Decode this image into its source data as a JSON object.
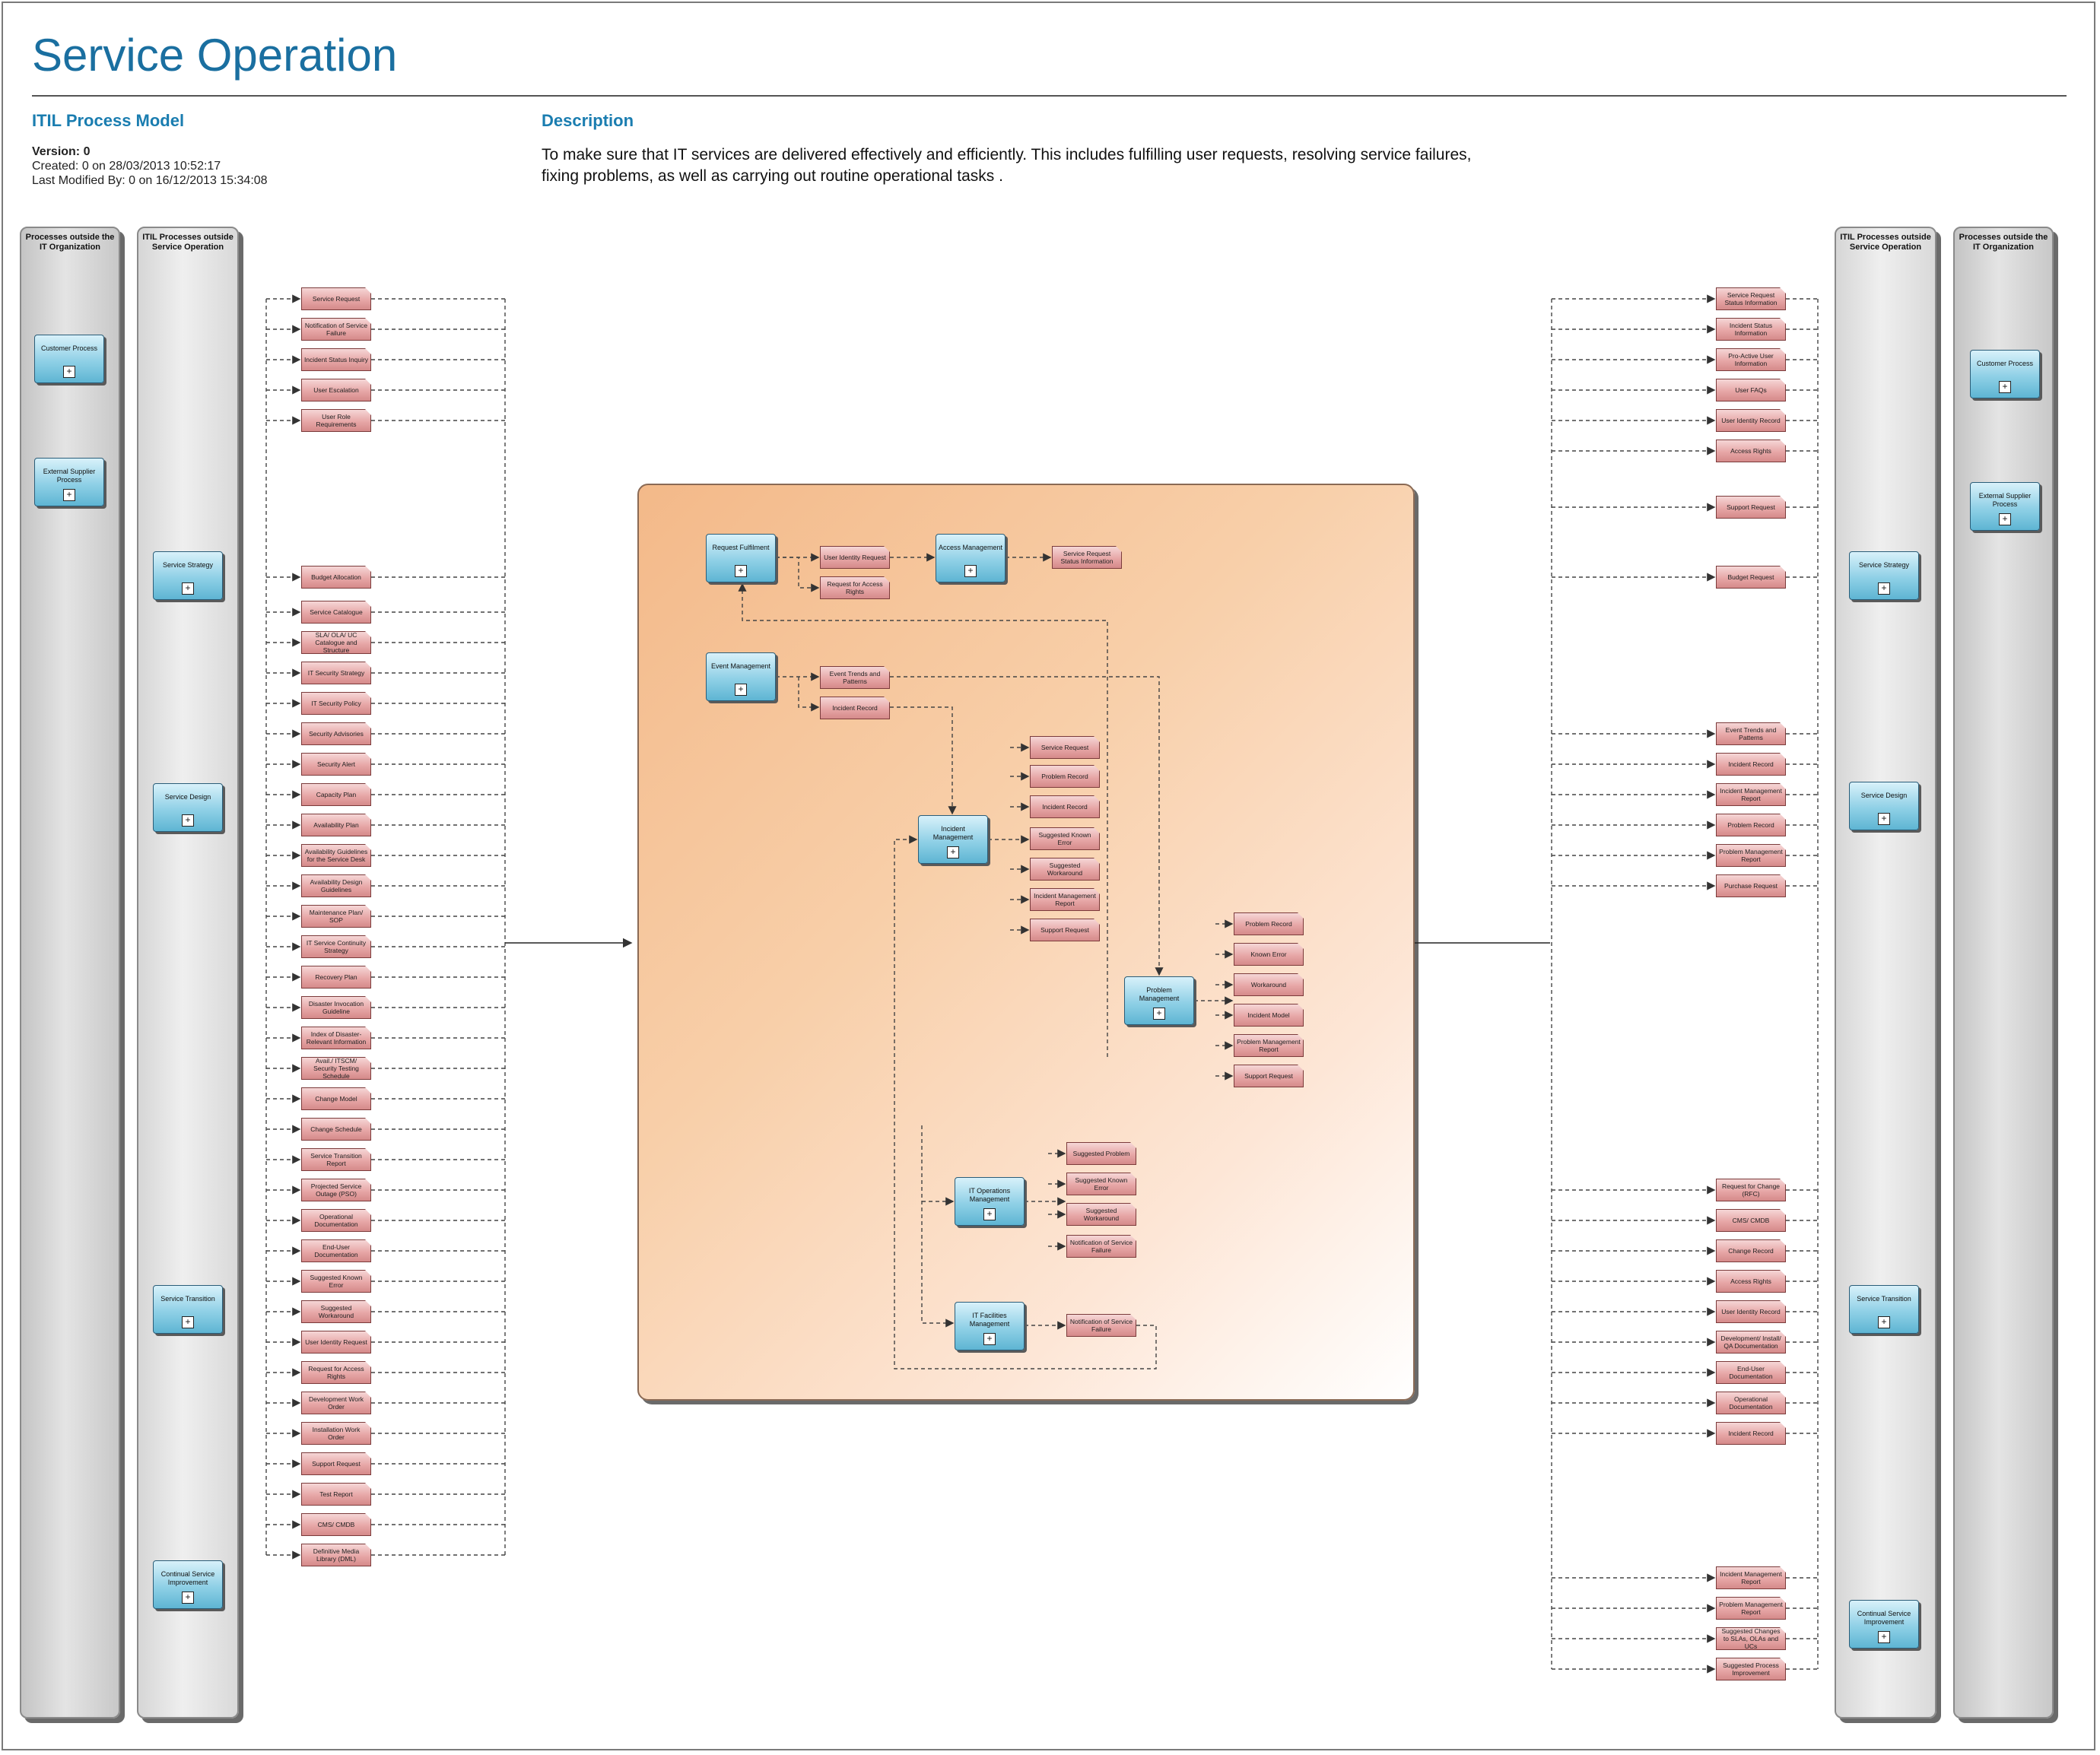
{
  "header": {
    "title": "Service Operation",
    "model_label": "ITIL Process Model",
    "version": "Version: 0",
    "created": "Created: 0 on 28/03/2013 10:52:17",
    "modified": "Last Modified By: 0 on 16/12/2013 15:34:08",
    "description_label": "Description",
    "description_line1": "To make sure that IT services are delivered effectively and efficiently. This includes fulfilling user requests, resolving service failures,",
    "description_line2": "fixing problems, as well as carrying out routine operational tasks ."
  },
  "lanes": {
    "left_outer": "Processes outside the IT Organization",
    "left_inner": "ITIL Processes outside Service Operation",
    "right_inner": "ITIL Processes outside Service Operation",
    "right_outer": "Processes outside the IT Organization"
  },
  "left_processes": {
    "customer": "Customer Process",
    "supplier": "External Supplier Process",
    "strategy": "Service Strategy",
    "design": "Service Design",
    "transition": "Service Transition",
    "csi": "Continual Service Improvement"
  },
  "right_processes": {
    "customer": "Customer Process",
    "supplier": "External Supplier Process",
    "strategy": "Service Strategy",
    "design": "Service Design",
    "transition": "Service Transition",
    "csi": "Continual Service Improvement"
  },
  "left_docs": [
    "Service Request",
    "Notification of Service Failure",
    "Incident Status Inquiry",
    "User Escalation",
    "User Role Requirements",
    "Budget Allocation",
    "Service Catalogue",
    "SLA/ OLA/ UC Catalogue and Structure",
    "IT Security Strategy",
    "IT Security Policy",
    "Security Advisories",
    "Security Alert",
    "Capacity Plan",
    "Availability Plan",
    "Availability Guidelines for the Service Desk",
    "Availability Design Guidelines",
    "Maintenance Plan/ SOP",
    "IT Service Continuity Strategy",
    "Recovery Plan",
    "Disaster Invocation Guideline",
    "Index of Disaster-Relevant Information",
    "Avail./ ITSCM/ Security Testing Schedule",
    "Change Model",
    "Change Schedule",
    "Service Transition Report",
    "Projected Service Outage (PSO)",
    "Operational Documentation",
    "End-User Documentation",
    "Suggested Known Error",
    "Suggested Workaround",
    "User Identity Request",
    "Request for Access Rights",
    "Development Work Order",
    "Installation Work Order",
    "Support Request",
    "Test Report",
    "CMS/ CMDB",
    "Definitive Media Library (DML)"
  ],
  "right_docs": [
    "Service Request Status Information",
    "Incident Status Information",
    "Pro-Active User Information",
    "User FAQs",
    "User Identity Record",
    "Access Rights",
    "Support Request",
    "Budget Request",
    "Event Trends and Patterns",
    "Incident Record",
    "Incident Management Report",
    "Problem Record",
    "Problem Management Report",
    "Purchase Request",
    "Request for Change (RFC)",
    "CMS/ CMDB",
    "Change Record",
    "Access Rights",
    "User Identity Record",
    "Development/ Install/ QA Documentation",
    "End-User Documentation",
    "Operational Documentation",
    "Incident Record",
    "Incident Management Report",
    "Problem Management Report",
    "Suggested Changes to SLAs, OLAs and UCs",
    "Suggested Process Improvement"
  ],
  "center": {
    "processes": {
      "request_fulfilment": "Request Fulfilment",
      "access_management": "Access Management",
      "event_management": "Event Management",
      "incident_management": "Incident Management",
      "problem_management": "Problem Management",
      "it_operations": "IT Operations Management",
      "it_facilities": "IT Facilities Management"
    },
    "docs": {
      "rf_user_identity": "User Identity Request",
      "rf_access_rights": "Request for Access Rights",
      "am_status_info": "Service Request Status Information",
      "em_trends": "Event Trends and Patterns",
      "em_incident": "Incident Record",
      "im_service_request": "Service Request",
      "im_problem_record": "Problem Record",
      "im_incident_record": "Incident Record",
      "im_known_error": "Suggested Known Error",
      "im_workaround": "Suggested Workaround",
      "im_report": "Incident Management Report",
      "im_support": "Support Request",
      "pm_problem_record": "Problem Record",
      "pm_known_error": "Known Error",
      "pm_workaround": "Workaround",
      "pm_incident_model": "Incident Model",
      "pm_report": "Problem Management Report",
      "pm_support": "Support Request",
      "ops_suggested_problem": "Suggested Problem",
      "ops_known_error": "Suggested Known Error",
      "ops_workaround": "Suggested Workaround",
      "ops_notification": "Notification of Service Failure",
      "fac_notification": "Notification of Service Failure"
    }
  },
  "colors": {
    "title": "#1a6fa0",
    "section_heading": "#1a7db0",
    "process_fill": "#8fd0e6",
    "document_fill": "#e7a7a7",
    "center_fill": "#f3b989"
  }
}
